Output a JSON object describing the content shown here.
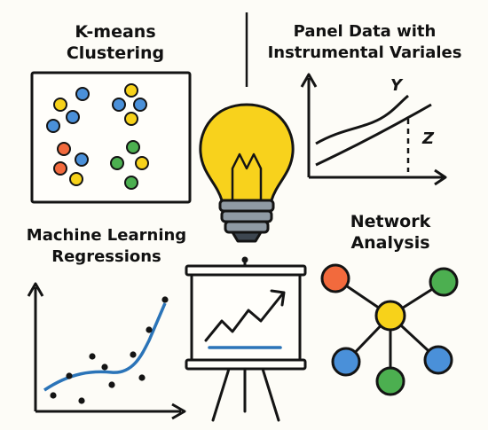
{
  "titles": {
    "kmeans_line1": "K-means",
    "kmeans_line2": "Clustering",
    "panel_line1": "Panel Data with",
    "panel_line2": "Instrumental Variales",
    "ml_line1": "Machine Learning",
    "ml_line2": "Regressions",
    "network_line1": "Network",
    "network_line2": "Analysis"
  },
  "panel_chart": {
    "y_label": "Y",
    "z_label": "Z"
  },
  "colors": {
    "blue": "#4a90d9",
    "yellow": "#f7d21a",
    "green": "#4caf50",
    "orange": "#f26a3d",
    "line_blue": "#2b74b8",
    "ink": "#141414"
  },
  "icons": [
    "cluster-plot-icon",
    "lightbulb-icon",
    "line-chart-icon",
    "scatter-regression-icon",
    "presentation-easel-icon",
    "network-graph-icon"
  ]
}
